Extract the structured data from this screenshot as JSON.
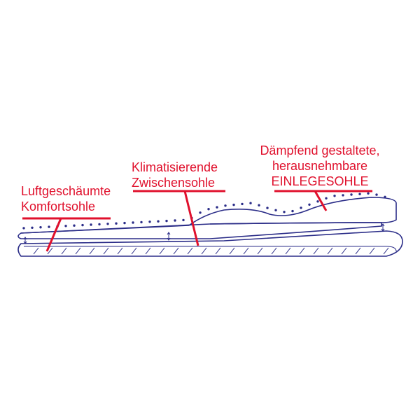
{
  "colors": {
    "accent": "#e0102c",
    "outline": "#2b2d88"
  },
  "labels": {
    "left": {
      "line1": "Luftgeschäumte",
      "line2": "Komfortsohle"
    },
    "middle": {
      "line1": "Klimatisierende",
      "line2": "Zwischensohle"
    },
    "right": {
      "line1": "Dämpfend gestaltete,",
      "line2": "herausnehmbare",
      "line3": "EINLEGESOHLE"
    }
  }
}
